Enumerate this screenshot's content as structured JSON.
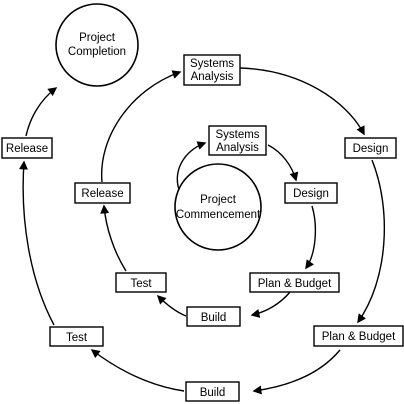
{
  "diagram": {
    "circles": {
      "completion": {
        "line1": "Project",
        "line2": "Completion"
      },
      "commencement": {
        "line1": "Project",
        "line2": "Commencement"
      }
    },
    "inner_loop": {
      "systems_analysis": {
        "line1": "Systems",
        "line2": "Analysis"
      },
      "design": "Design",
      "plan_budget": "Plan & Budget",
      "build": "Build",
      "test": "Test",
      "release": "Release"
    },
    "outer_loop": {
      "systems_analysis": {
        "line1": "Systems",
        "line2": "Analysis"
      },
      "design": "Design",
      "plan_budget": "Plan & Budget",
      "build": "Build",
      "test": "Test",
      "release": "Release"
    },
    "colors": {
      "line": "#000000",
      "fill": "#ffffff"
    }
  }
}
